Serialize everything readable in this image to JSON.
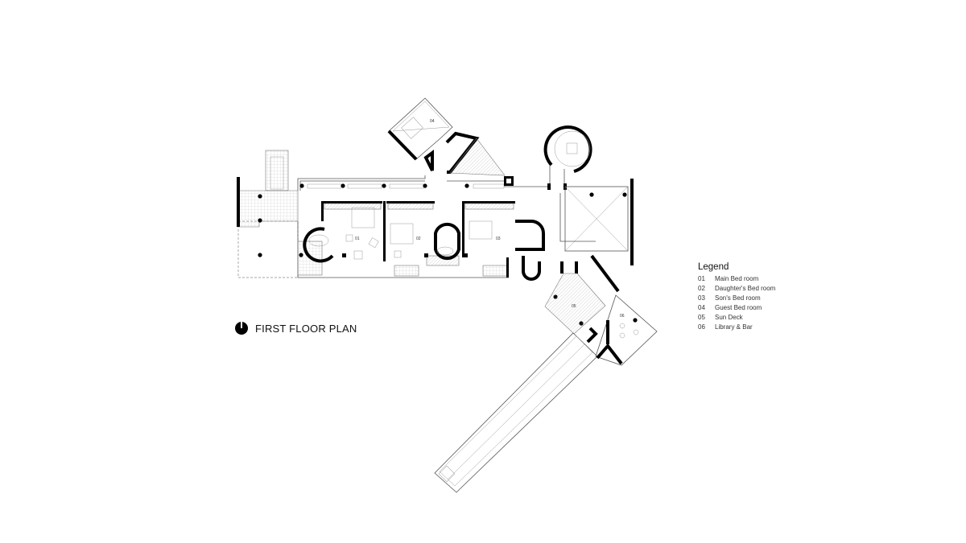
{
  "plan": {
    "title": "FIRST FLOOR PLAN",
    "room_labels": [
      "01",
      "02",
      "03",
      "04",
      "05",
      "06"
    ]
  },
  "legend": {
    "heading": "Legend",
    "items": [
      {
        "num": "01",
        "label": "Main Bed room"
      },
      {
        "num": "02",
        "label": "Daughter's Bed room"
      },
      {
        "num": "03",
        "label": "Son's Bed room"
      },
      {
        "num": "04",
        "label": "Guest Bed room"
      },
      {
        "num": "05",
        "label": "Sun Deck"
      },
      {
        "num": "06",
        "label": "Library & Bar"
      }
    ]
  }
}
